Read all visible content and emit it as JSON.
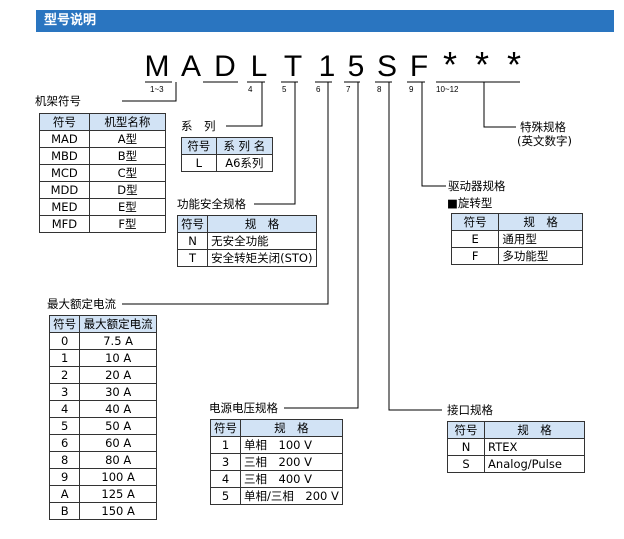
{
  "header": {
    "title": "型号说明"
  },
  "model_code": {
    "chars": [
      "M",
      "A",
      "D",
      "L",
      "T",
      "1",
      "5",
      "S",
      "F",
      "*",
      "*",
      "*"
    ],
    "index_labels": [
      "1~3",
      "4",
      "5",
      "6",
      "7",
      "8",
      "9",
      "10~12"
    ]
  },
  "frame": {
    "title": "机架符号",
    "headers": [
      "符号",
      "机型名称"
    ],
    "rows": [
      [
        "MAD",
        "A型"
      ],
      [
        "MBD",
        "B型"
      ],
      [
        "MCD",
        "C型"
      ],
      [
        "MDD",
        "D型"
      ],
      [
        "MED",
        "E型"
      ],
      [
        "MFD",
        "F型"
      ]
    ]
  },
  "series": {
    "title": "系　列",
    "headers": [
      "符号",
      "系 列 名"
    ],
    "rows": [
      [
        "L",
        "A6系列"
      ]
    ]
  },
  "safety": {
    "title": "功能安全规格",
    "headers": [
      "符号",
      "规　格"
    ],
    "rows": [
      [
        "N",
        "无安全功能"
      ],
      [
        "T",
        "安全转矩关闭(STO)"
      ]
    ]
  },
  "current": {
    "title": "最大额定电流",
    "headers": [
      "符号",
      "最大额定电流"
    ],
    "rows": [
      [
        "0",
        "7.5 A"
      ],
      [
        "1",
        "10 A"
      ],
      [
        "2",
        "20 A"
      ],
      [
        "3",
        "30 A"
      ],
      [
        "4",
        "40 A"
      ],
      [
        "5",
        "50 A"
      ],
      [
        "6",
        "60 A"
      ],
      [
        "8",
        "80 A"
      ],
      [
        "9",
        "100 A"
      ],
      [
        "A",
        "125 A"
      ],
      [
        "B",
        "150 A"
      ]
    ]
  },
  "voltage": {
    "title": "电源电压规格",
    "headers": [
      "符号",
      "规　格"
    ],
    "rows": [
      [
        "1",
        "单相　100 V"
      ],
      [
        "3",
        "三相　200 V"
      ],
      [
        "4",
        "三相　400 V"
      ],
      [
        "5",
        "单相/三相　200 V"
      ]
    ]
  },
  "interface": {
    "title": "接口规格",
    "headers": [
      "符号",
      "规　格"
    ],
    "rows": [
      [
        "N",
        "RTEX"
      ],
      [
        "S",
        "Analog/Pulse"
      ]
    ]
  },
  "driver": {
    "title": "驱动器规格",
    "subtitle": "■旋转型",
    "headers": [
      "符号",
      "规　格"
    ],
    "rows": [
      [
        "E",
        "通用型"
      ],
      [
        "F",
        "多功能型"
      ]
    ]
  },
  "special": {
    "line1": "特殊规格",
    "line2": "(英文数字)"
  }
}
